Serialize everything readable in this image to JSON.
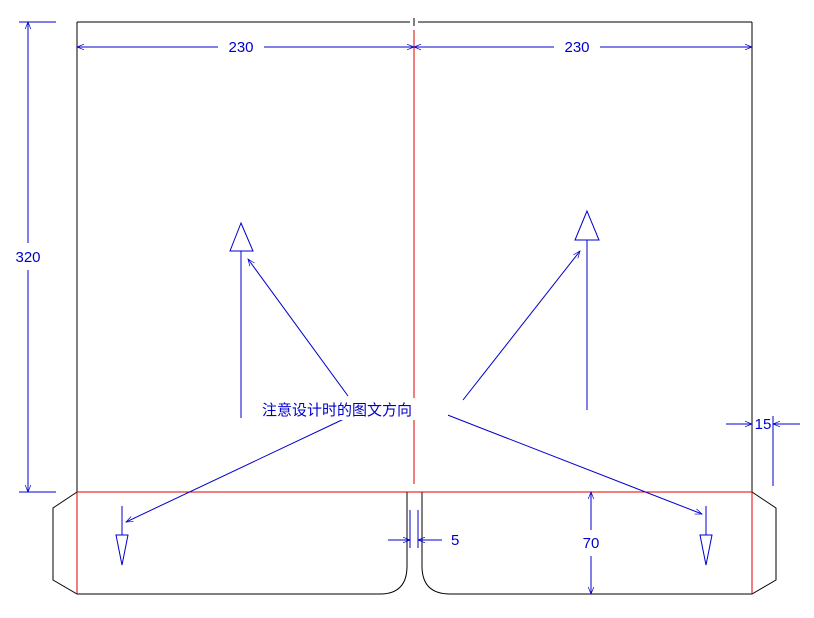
{
  "dimensions": {
    "left_width": "230",
    "right_width": "230",
    "height": "320",
    "flap_height": "70",
    "gap": "5",
    "side_flap": "15"
  },
  "annotation": {
    "note": "注意设计时的图文方向"
  },
  "colors": {
    "outline": "#000000",
    "fold_line": "#e00000",
    "dimension": "#0000cc"
  }
}
